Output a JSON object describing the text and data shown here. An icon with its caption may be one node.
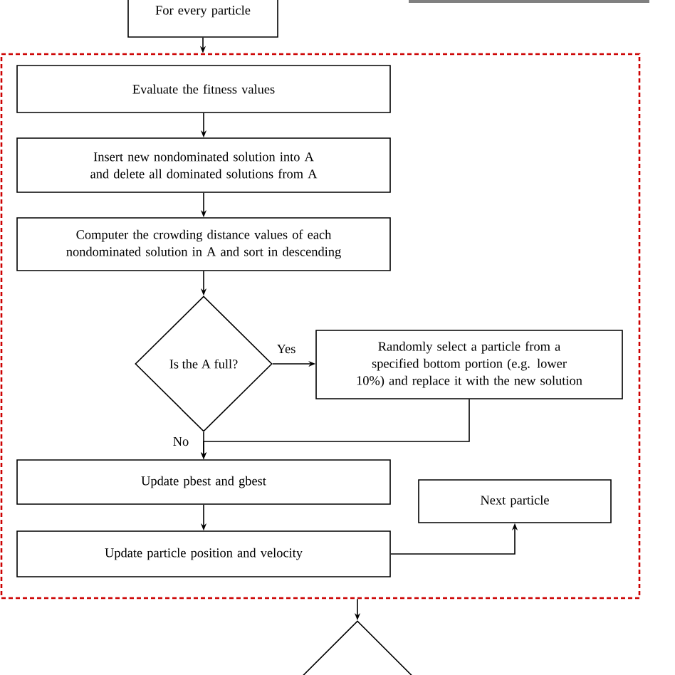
{
  "diagram": {
    "nodes": [
      {
        "text": [
          "For every particle"
        ]
      },
      {
        "text": [],
        "shape": "box"
      },
      {
        "text": [],
        "shape": "box"
      },
      {
        "text": [
          "Evaluate the fitness values"
        ],
        "in": 2
      },
      {
        "text": [
          "Insert new nondominated solution into A and delete all dominated solutions from A"
        ],
        "in": 2
      },
      {
        "text": [
          "Computer the crowding distance values of each nondominated solution in A and sort in descending"
        ],
        "in": 2
      },
      {
        "text": [
          "Is the A full?"
        ],
        "in": 2
      },
      {
        "text": [
          "Randomly select a particle from a specified bottom portion (e.g. lower 10%) and replace it with the new solution"
        ],
        "in": 2
      },
      {
        "text": [
          "Update pbest and gbest"
        ],
        "in": 2
      },
      {
        "text": [
          "Next particle"
        ],
        "in": 2
      },
      {
        "text": [
          "Update particle position and velocity"
        ],
        "in": 2
      },
      {
        "text": [],
        "shape": "diamond"
      }
    ],
    "edges": [
      {
        "from": 0,
        "to": 2,
        "arrow": "to"
      },
      {
        "from": 3,
        "to": 4,
        "arrow": "to"
      },
      {
        "from": 4,
        "to": 5,
        "arrow": "to"
      },
      {
        "from": 5,
        "to": 6,
        "arrow": "to"
      },
      {
        "from": 6,
        "to": 7,
        "arrow": "to",
        "label": "Yes"
      },
      {
        "from": 7,
        "to": 8,
        "arrow": "to"
      },
      {
        "from": 6,
        "to": 8,
        "arrow": "to",
        "label": "No"
      },
      {
        "from": 8,
        "to": 10,
        "arrow": "to"
      },
      {
        "from": 10,
        "to": 9,
        "arrow": "to"
      },
      {
        "from": 2,
        "to": 11,
        "arrow": "to"
      }
    ]
  }
}
